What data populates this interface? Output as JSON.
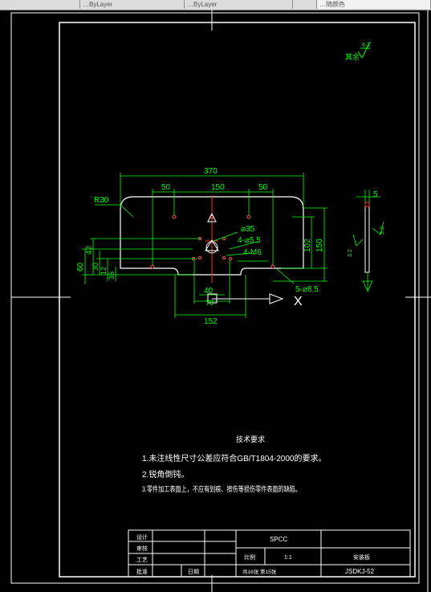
{
  "toolbar": {
    "segments": [
      "",
      "…ByLayer",
      "…ByLayer",
      "…随颜色"
    ]
  },
  "drawing": {
    "dimensions": {
      "overall_width": "370",
      "hole_spacing_left": "50",
      "hole_spacing_center": "150",
      "hole_spacing_right": "50",
      "corner_radius": "R30",
      "height_inner": "102",
      "height_outer": "150",
      "left_60": "60",
      "left_42": "42",
      "left_30": "30",
      "left_12": "12",
      "left_35": "35",
      "center_hole": "⌀35",
      "holes_4_5_5": "4-⌀5.5",
      "holes_4_m6": "4-M6",
      "holes_5_8_5": "5-⌀8.5",
      "slot_40": "40",
      "slot_70": "70",
      "slot_152": "152",
      "thickness": "5",
      "axis_x": "X",
      "roughness_value": "6.3",
      "roughness_note": "其余",
      "side_roughness_1": "3.2",
      "side_roughness_2": "3.2"
    },
    "tech_req": {
      "title": "技术要求",
      "line1": "1.未注线性尺寸公差应符合GB/T1804-2000的要求。",
      "line2": "2.锐角倒钝。",
      "line3": "3.零件加工表面上，不应有划痕、擦伤等损伤零件表面的缺陷。"
    },
    "title_block": {
      "design": "设计",
      "check": "审核",
      "process": "工艺",
      "approve": "批准",
      "date": "日期",
      "material": "SPCC",
      "scale_label": "比例",
      "scale_value": "1:1",
      "sheets": "共16张  第15张",
      "part_name": "安装板",
      "drawing_no": "JSDKJ-52"
    }
  }
}
